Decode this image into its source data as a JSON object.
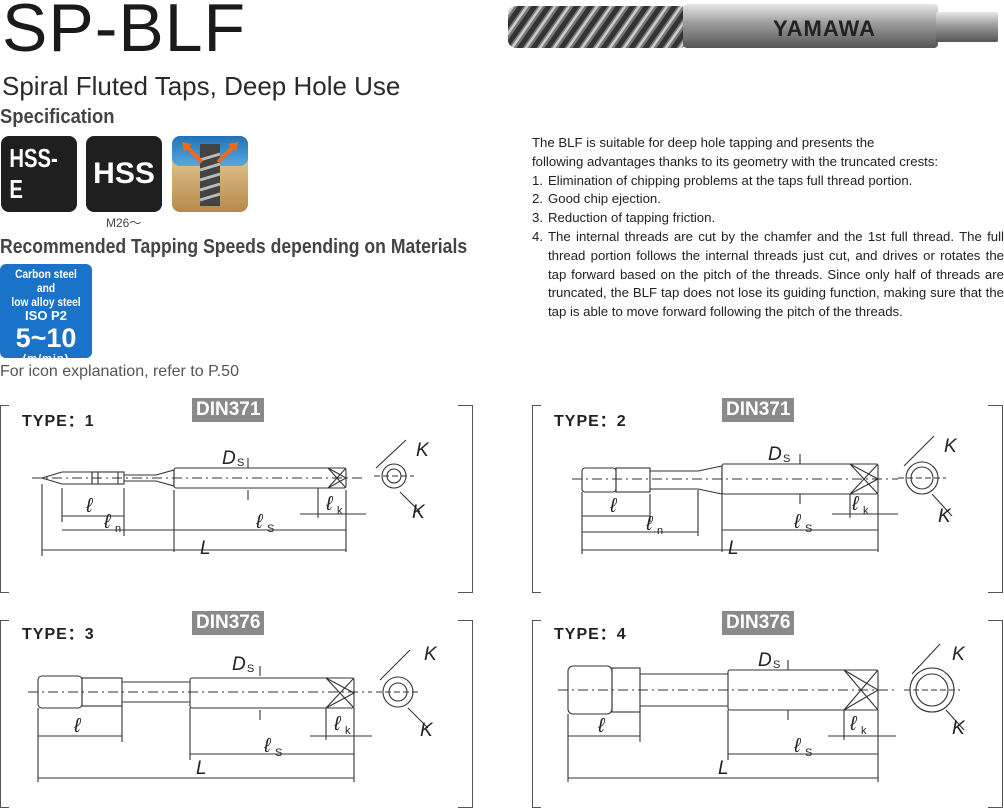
{
  "header": {
    "title": "SP-BLF",
    "subtitle": "Spiral Fluted Taps, Deep Hole Use",
    "brand_on_tool": "YAMAWA"
  },
  "specification": {
    "heading": "Specification",
    "badges": [
      {
        "label": "HSS-E",
        "icon": "hss-e-material-icon"
      },
      {
        "label": "HSS",
        "icon": "hss-material-icon",
        "note": "M26～"
      },
      {
        "icon": "chip-flow-icon"
      }
    ]
  },
  "speeds": {
    "heading": "Recommended Tapping Speeds depending on Materials",
    "card": {
      "line1": "Carbon steel and",
      "line2": "low alloy steel",
      "line3": "ISO P2",
      "value": "5~10",
      "unit": "(m/min)",
      "color": "#1a73c8"
    },
    "note": "For icon explanation, refer to P.50"
  },
  "description": {
    "intro_1": "The BLF is suitable for deep hole tapping and presents the",
    "intro_2": "following advantages thanks to its geometry with the truncated crests:",
    "items": [
      {
        "n": "1.",
        "text": "Elimination of chipping problems at the taps full thread portion."
      },
      {
        "n": "2.",
        "text": "Good chip ejection."
      },
      {
        "n": "3.",
        "text": "Reduction of tapping friction."
      },
      {
        "n": "4.",
        "text": "The internal threads are cut by the chamfer and the 1st full thread. The full thread portion follows the internal threads just cut, and drives or rotates the tap forward based on the pitch of the threads. Since only half of threads are truncated, the BLF tap does not lose its guiding function, making sure that the tap is able to move forward following the pitch of the threads."
      }
    ]
  },
  "types": [
    {
      "label": "TYPE：1",
      "standard": "DIN371",
      "dims": {
        "ds": "D",
        "ds_sub": "S",
        "l": "ℓ",
        "ln": "ℓ",
        "ln_sub": "n",
        "ls": "ℓ",
        "ls_sub": "S",
        "lk": "ℓ",
        "lk_sub": "k",
        "L": "L",
        "K": "K"
      }
    },
    {
      "label": "TYPE：2",
      "standard": "DIN371",
      "dims": {
        "ds": "D",
        "ds_sub": "S",
        "l": "ℓ",
        "ln": "ℓ",
        "ln_sub": "n",
        "ls": "ℓ",
        "ls_sub": "S",
        "lk": "ℓ",
        "lk_sub": "k",
        "L": "L",
        "K": "K"
      }
    },
    {
      "label": "TYPE：3",
      "standard": "DIN376",
      "dims": {
        "ds": "D",
        "ds_sub": "S",
        "l": "ℓ",
        "ls": "ℓ",
        "ls_sub": "S",
        "lk": "ℓ",
        "lk_sub": "k",
        "L": "L",
        "K": "K"
      }
    },
    {
      "label": "TYPE：4",
      "standard": "DIN376",
      "dims": {
        "ds": "D",
        "ds_sub": "S",
        "l": "ℓ",
        "ls": "ℓ",
        "ls_sub": "S",
        "lk": "ℓ",
        "lk_sub": "k",
        "L": "L",
        "K": "K"
      }
    }
  ]
}
